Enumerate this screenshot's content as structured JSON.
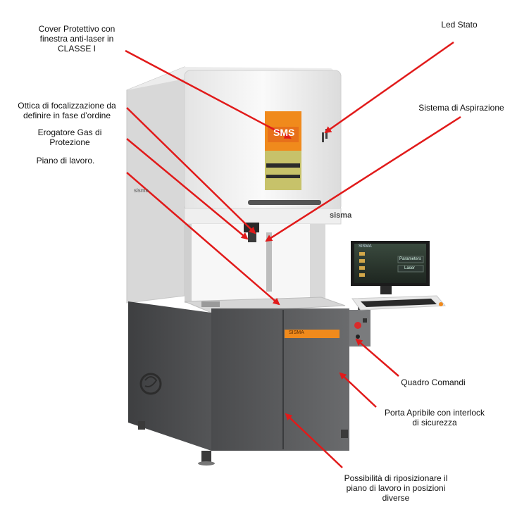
{
  "labels": {
    "cover": "Cover Protettivo con\nfinestra anti-laser in\nCLASSE I",
    "led": "Led Stato",
    "ottica": "Ottica di focalizzazione da\ndefinire in fase d’ordine",
    "aspirazione": "Sistema di Aspirazione",
    "gas": "Erogatore Gas di\nProtezione",
    "piano": "Piano di lavoro.",
    "quadro": "Quadro Comandi",
    "porta": "Porta Apribile con interlock\ndi sicurezza",
    "riposizionare": "Possibilità di riposizionare il\npiano di lavoro in posizioni\ndiverse"
  },
  "machine": {
    "brand": "sisma",
    "panel_logo": "SMS",
    "screen_title": "SISMA",
    "screen_btn_1": "Parameters",
    "screen_btn_2": "Laser",
    "front_strip": "SISMA"
  },
  "colors": {
    "arrow": "#e11a1a",
    "accent_orange": "#f08a1c",
    "base_gray": "#5a5b5d",
    "cover_white": "#f3f3f3"
  }
}
